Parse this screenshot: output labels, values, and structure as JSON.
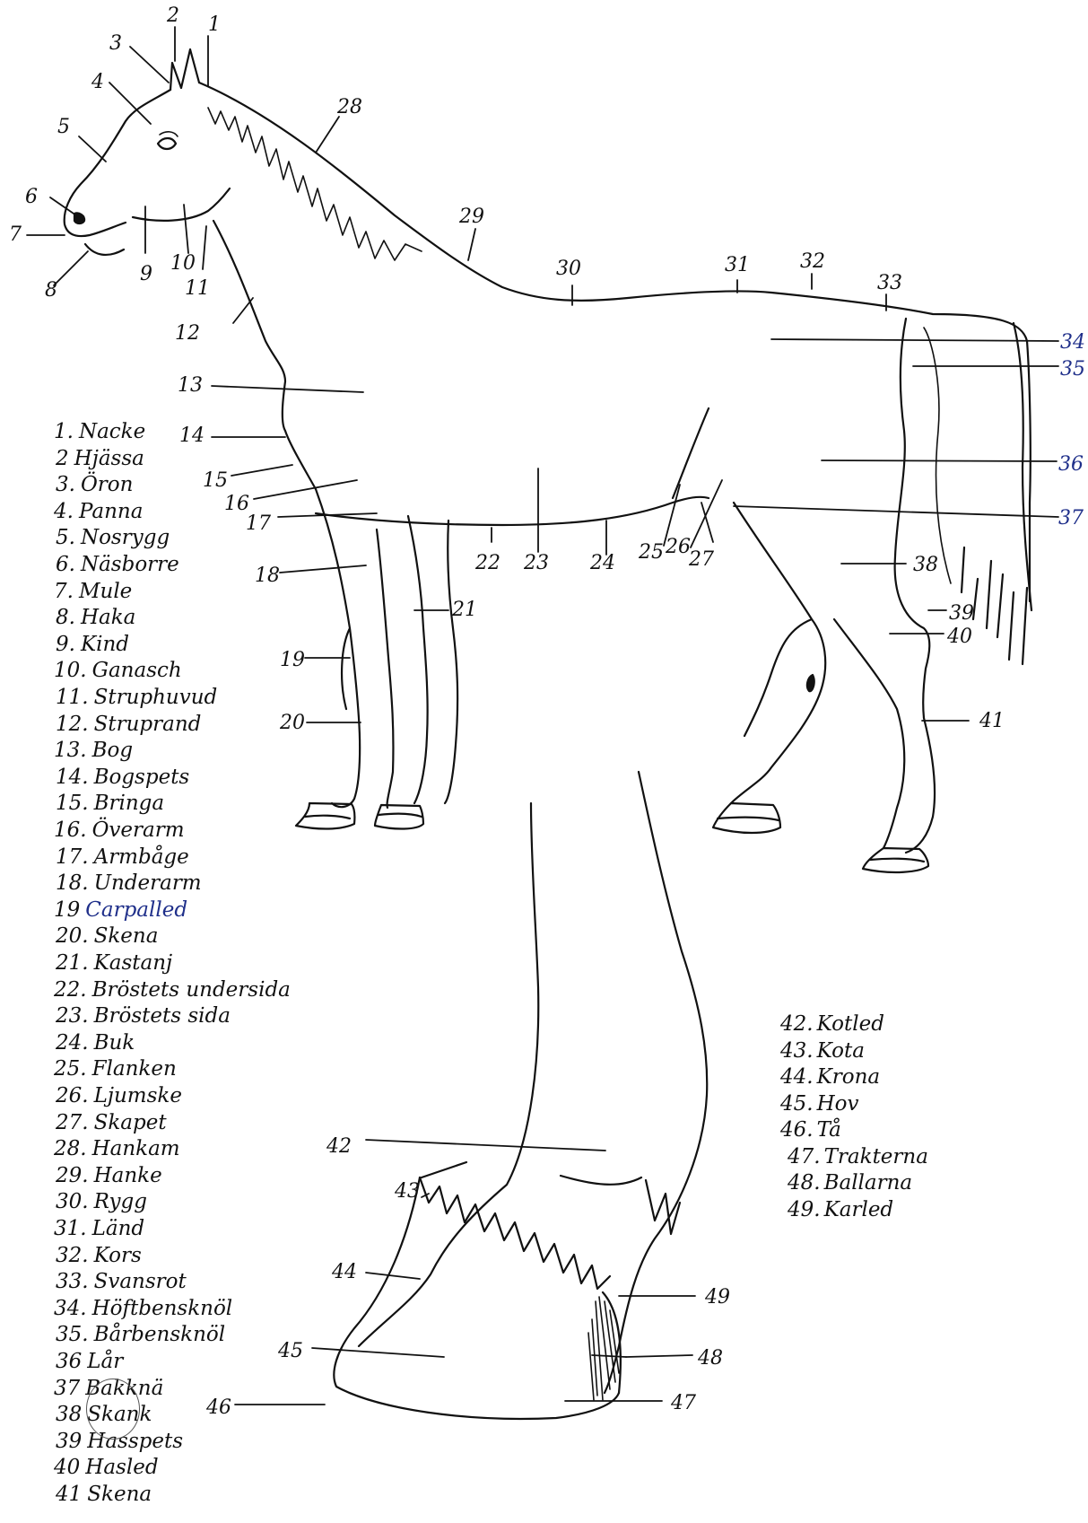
{
  "diagram": {
    "ink_color": "#111111",
    "blue_ink_color": "#1f2f8a",
    "legend_main": [
      {
        "num": "1.",
        "name": "Nacke"
      },
      {
        "num": "2",
        "name": "Hjässa"
      },
      {
        "num": "3.",
        "name": "Öron"
      },
      {
        "num": "4.",
        "name": "Panna"
      },
      {
        "num": "5.",
        "name": "Nosrygg"
      },
      {
        "num": "6.",
        "name": "Näsborre"
      },
      {
        "num": "7.",
        "name": "Mule"
      },
      {
        "num": "8.",
        "name": "Haka"
      },
      {
        "num": "9.",
        "name": "Kind"
      },
      {
        "num": "10.",
        "name": "Ganasch"
      },
      {
        "num": "11.",
        "name": "Struphuvud"
      },
      {
        "num": "12.",
        "name": "Struprand"
      },
      {
        "num": "13.",
        "name": "Bog"
      },
      {
        "num": "14.",
        "name": "Bogspets"
      },
      {
        "num": "15.",
        "name": "Bringa"
      },
      {
        "num": "16.",
        "name": "Överarm"
      },
      {
        "num": "17.",
        "name": "Armbåge"
      },
      {
        "num": "18.",
        "name": "Underarm"
      },
      {
        "num": "19",
        "name": "Carpalled",
        "blue": true
      },
      {
        "num": "20.",
        "name": "Skena"
      },
      {
        "num": "21.",
        "name": "Kastanj"
      },
      {
        "num": "22.",
        "name": "Bröstets undersida"
      },
      {
        "num": "23.",
        "name": "Bröstets sida"
      },
      {
        "num": "24.",
        "name": "Buk"
      },
      {
        "num": "25.",
        "name": "Flanken"
      },
      {
        "num": "26.",
        "name": "Ljumske"
      },
      {
        "num": "27.",
        "name": "Skapet"
      },
      {
        "num": "28.",
        "name": "Hankam"
      },
      {
        "num": "29.",
        "name": "Hanke"
      },
      {
        "num": "30.",
        "name": "Rygg"
      },
      {
        "num": "31.",
        "name": "Länd"
      },
      {
        "num": "32.",
        "name": "Kors"
      },
      {
        "num": "33.",
        "name": "Svansrot"
      },
      {
        "num": "34.",
        "name": "Höftbensknöl"
      },
      {
        "num": "35.",
        "name": "Bårbensknöl"
      },
      {
        "num": "36",
        "name": "Lår"
      },
      {
        "num": "37",
        "name": "Bakknä"
      },
      {
        "num": "38",
        "name": "Skank"
      },
      {
        "num": "39",
        "name": "Hasspets"
      },
      {
        "num": "40",
        "name": "Hasled"
      },
      {
        "num": "41",
        "name": "Skena"
      }
    ],
    "legend_hoof": [
      {
        "num": "42.",
        "name": "Kotled"
      },
      {
        "num": "43.",
        "name": "Kota"
      },
      {
        "num": "44.",
        "name": "Krona"
      },
      {
        "num": "45.",
        "name": "Hov"
      },
      {
        "num": "46.",
        "name": "Tå"
      },
      {
        "num": "47.",
        "name": "Trakterna"
      },
      {
        "num": "48.",
        "name": "Ballarna"
      },
      {
        "num": "49.",
        "name": "Karled"
      }
    ],
    "callouts": [
      {
        "n": "1"
      },
      {
        "n": "2"
      },
      {
        "n": "3"
      },
      {
        "n": "4"
      },
      {
        "n": "5"
      },
      {
        "n": "6"
      },
      {
        "n": "7"
      },
      {
        "n": "8"
      },
      {
        "n": "9"
      },
      {
        "n": "10"
      },
      {
        "n": "11"
      },
      {
        "n": "12"
      },
      {
        "n": "13"
      },
      {
        "n": "14"
      },
      {
        "n": "15"
      },
      {
        "n": "16"
      },
      {
        "n": "17"
      },
      {
        "n": "18"
      },
      {
        "n": "19"
      },
      {
        "n": "20"
      },
      {
        "n": "21"
      },
      {
        "n": "22"
      },
      {
        "n": "23"
      },
      {
        "n": "24"
      },
      {
        "n": "25"
      },
      {
        "n": "26"
      },
      {
        "n": "27"
      },
      {
        "n": "28"
      },
      {
        "n": "29"
      },
      {
        "n": "30"
      },
      {
        "n": "31"
      },
      {
        "n": "32"
      },
      {
        "n": "33"
      },
      {
        "n": "34",
        "blue": true
      },
      {
        "n": "35",
        "blue": true
      },
      {
        "n": "36",
        "blue": true
      },
      {
        "n": "37",
        "blue": true
      },
      {
        "n": "38"
      },
      {
        "n": "39"
      },
      {
        "n": "40"
      },
      {
        "n": "41"
      },
      {
        "n": "42"
      },
      {
        "n": "43"
      },
      {
        "n": "44"
      },
      {
        "n": "45"
      },
      {
        "n": "46"
      },
      {
        "n": "47"
      },
      {
        "n": "48"
      },
      {
        "n": "49"
      }
    ]
  }
}
